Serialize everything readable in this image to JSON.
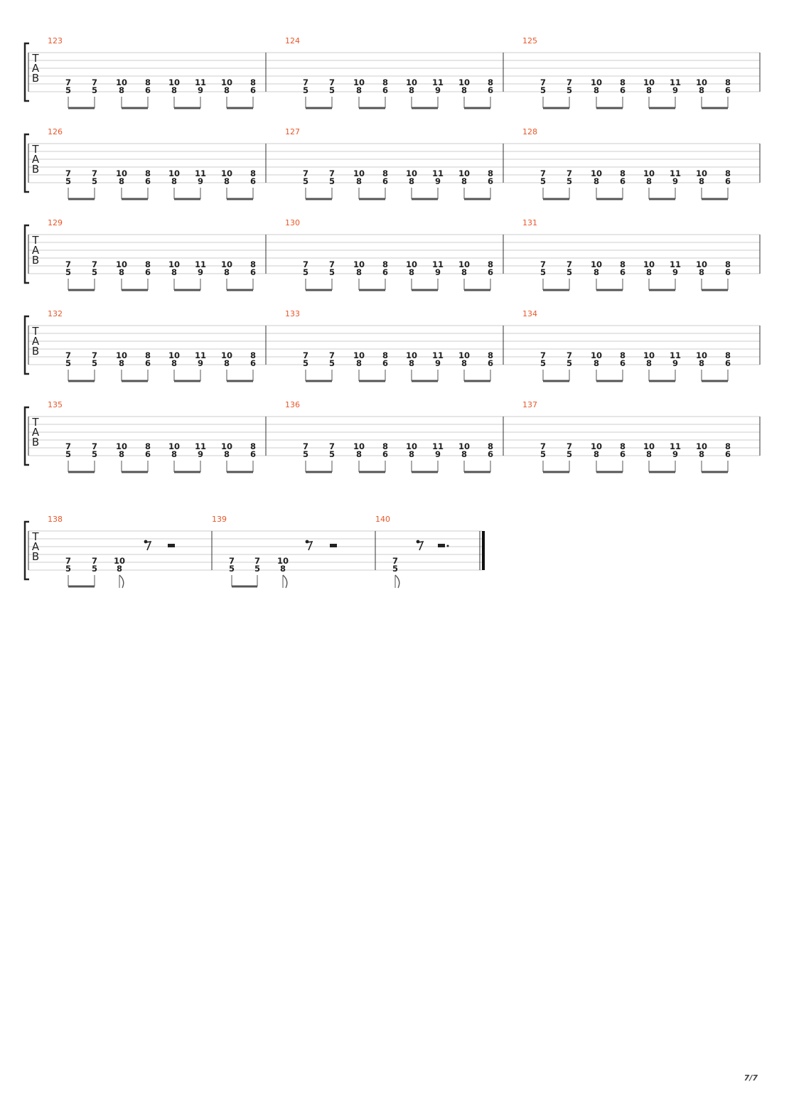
{
  "page": {
    "number": "7/7"
  },
  "tab": {
    "clef": [
      "T",
      "A",
      "B"
    ],
    "accent_color": "#e8572a",
    "pattern": [
      [
        "7",
        "5"
      ],
      [
        "7",
        "5"
      ],
      [
        "10",
        "8"
      ],
      [
        "8",
        "6"
      ],
      [
        "10",
        "8"
      ],
      [
        "11",
        "9"
      ],
      [
        "10",
        "8"
      ],
      [
        "8",
        "6"
      ]
    ],
    "systems": [
      {
        "measures": [
          "123",
          "124",
          "125"
        ]
      },
      {
        "measures": [
          "126",
          "127",
          "128"
        ]
      },
      {
        "measures": [
          "129",
          "130",
          "131"
        ]
      },
      {
        "measures": [
          "132",
          "133",
          "134"
        ]
      },
      {
        "measures": [
          "135",
          "136",
          "137"
        ]
      }
    ],
    "final_system": {
      "measures": [
        {
          "number": "138",
          "notes": [
            [
              "7",
              "5"
            ],
            [
              "7",
              "5"
            ],
            [
              "10",
              "8"
            ]
          ],
          "rests": [
            "eighth-rest",
            "half-rest"
          ]
        },
        {
          "number": "139",
          "notes": [
            [
              "7",
              "5"
            ],
            [
              "7",
              "5"
            ],
            [
              "10",
              "8"
            ]
          ],
          "rests": [
            "eighth-rest",
            "half-rest"
          ]
        },
        {
          "number": "140",
          "notes": [
            [
              "7",
              "5"
            ]
          ],
          "rests": [
            "eighth-rest",
            "dotted-half-rest"
          ]
        }
      ]
    }
  }
}
